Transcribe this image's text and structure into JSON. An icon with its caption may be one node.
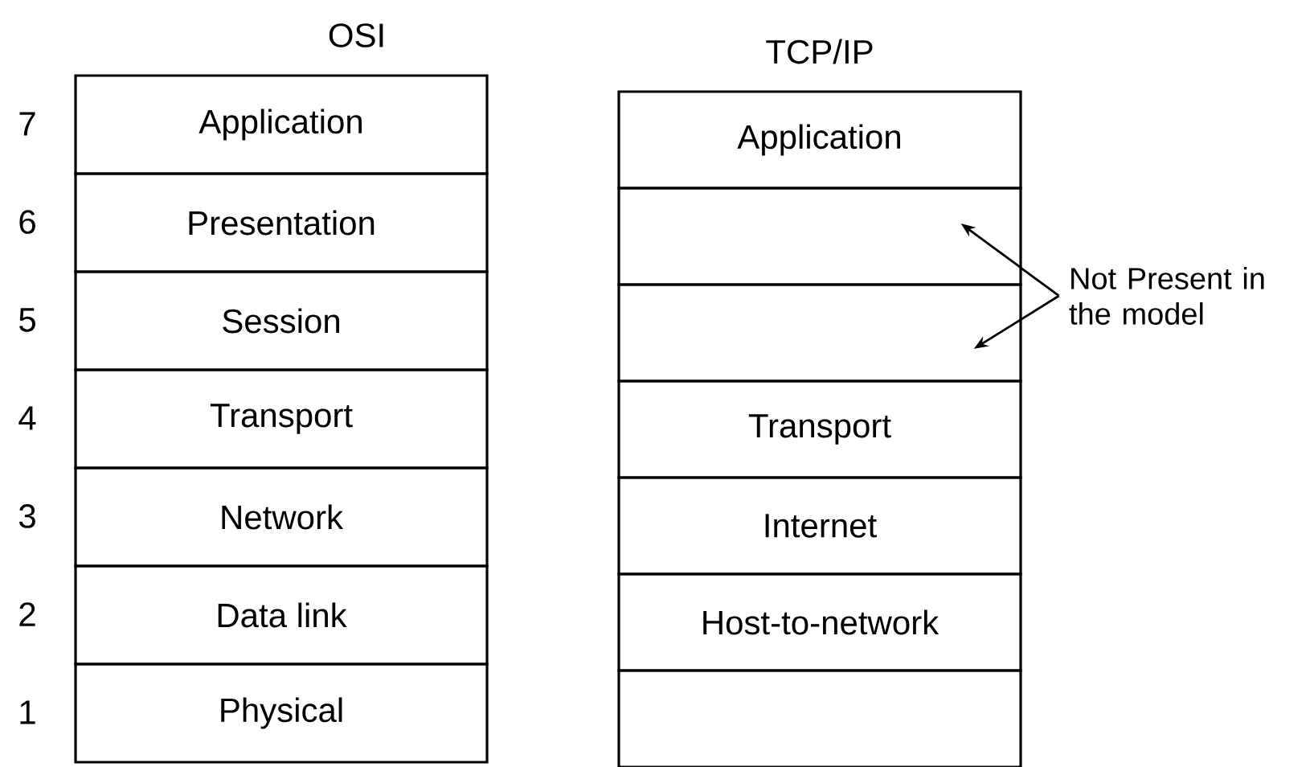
{
  "diagram": {
    "nodes": [
      {
        "text": [
          "Application"
        ]
      },
      {
        "text": [
          "Presentation"
        ]
      },
      {
        "text": [
          "Session"
        ]
      },
      {
        "text": [
          "Transport"
        ]
      },
      {
        "text": [
          "Network"
        ]
      },
      {
        "text": [
          "Data link"
        ]
      },
      {
        "text": [
          "Physical"
        ]
      },
      {
        "text": [
          "Application"
        ]
      },
      {
        "text": [],
        "shape": "box"
      },
      {
        "text": [],
        "shape": "box"
      },
      {
        "text": [
          "Transport"
        ]
      },
      {
        "text": [
          "Internet"
        ]
      },
      {
        "text": [
          "Host-to-network"
        ]
      },
      {
        "text": [],
        "shape": "box"
      },
      {
        "text": [
          "Not Present in the model"
        ]
      }
    ],
    "edges": [
      {
        "from": 14,
        "to": 8,
        "arrow": "to"
      },
      {
        "from": 14,
        "to": 9,
        "arrow": "to"
      }
    ],
    "labels": [
      "OSI",
      "TCP/IP",
      "7",
      "6",
      "5",
      "4",
      "3",
      "2",
      "1"
    ]
  }
}
